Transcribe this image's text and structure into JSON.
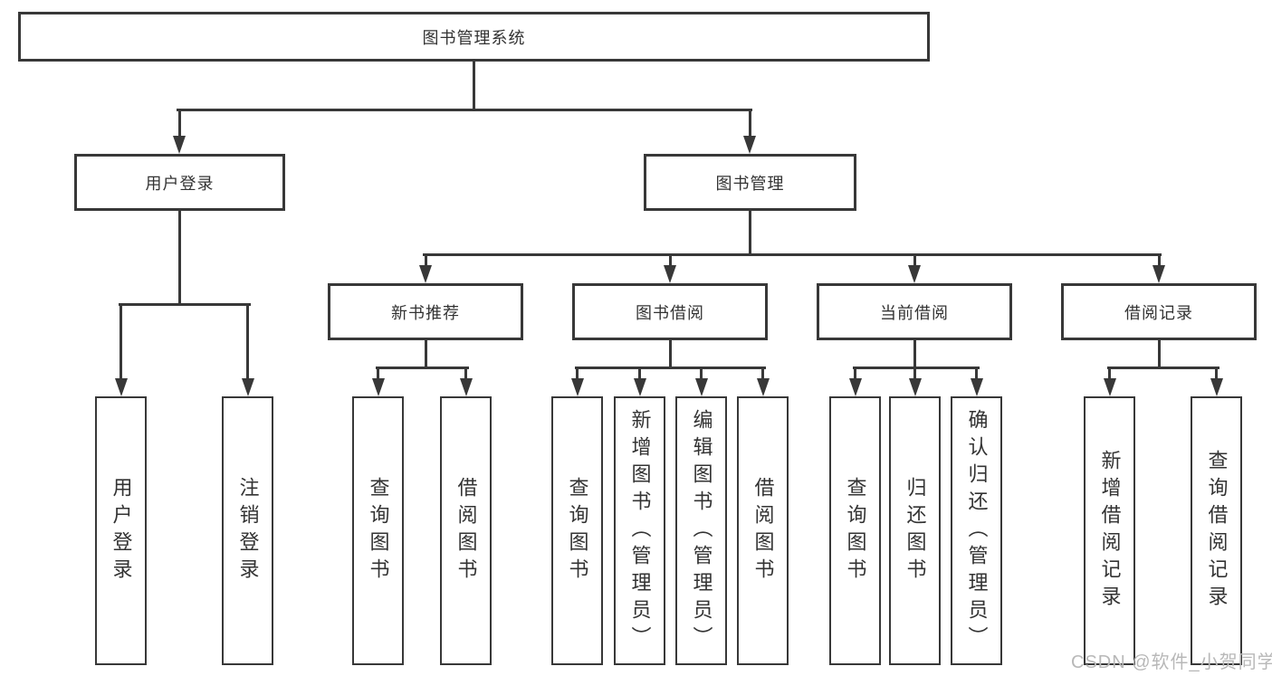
{
  "colors": {
    "line": "#383838",
    "text": "#333333",
    "watermark": "#b8b8b8",
    "background": "#ffffff"
  },
  "diagram": {
    "type": "hierarchy-tree",
    "root": {
      "label": "图书管理系统"
    },
    "level2": [
      {
        "label": "用户登录"
      },
      {
        "label": "图书管理"
      }
    ],
    "level3": [
      {
        "label": "新书推荐",
        "parent": "图书管理"
      },
      {
        "label": "图书借阅",
        "parent": "图书管理"
      },
      {
        "label": "当前借阅",
        "parent": "图书管理"
      },
      {
        "label": "借阅记录",
        "parent": "图书管理"
      }
    ],
    "leaves": [
      {
        "label": "用户登录",
        "parent": "用户登录"
      },
      {
        "label": "注销登录",
        "parent": "用户登录"
      },
      {
        "label": "查询图书",
        "parent": "新书推荐"
      },
      {
        "label": "借阅图书",
        "parent": "新书推荐"
      },
      {
        "label": "查询图书",
        "parent": "图书借阅"
      },
      {
        "label": "新增图书（管理员）",
        "parent": "图书借阅"
      },
      {
        "label": "编辑图书（管理员）",
        "parent": "图书借阅"
      },
      {
        "label": "借阅图书",
        "parent": "图书借阅"
      },
      {
        "label": "查询图书",
        "parent": "当前借阅"
      },
      {
        "label": "归还图书",
        "parent": "当前借阅"
      },
      {
        "label": "确认归还（管理员）",
        "parent": "当前借阅"
      },
      {
        "label": "新增借阅记录",
        "parent": "借阅记录"
      },
      {
        "label": "查询借阅记录",
        "parent": "借阅记录"
      }
    ]
  },
  "watermark": {
    "text": "CSDN @软件_小贺同学"
  }
}
